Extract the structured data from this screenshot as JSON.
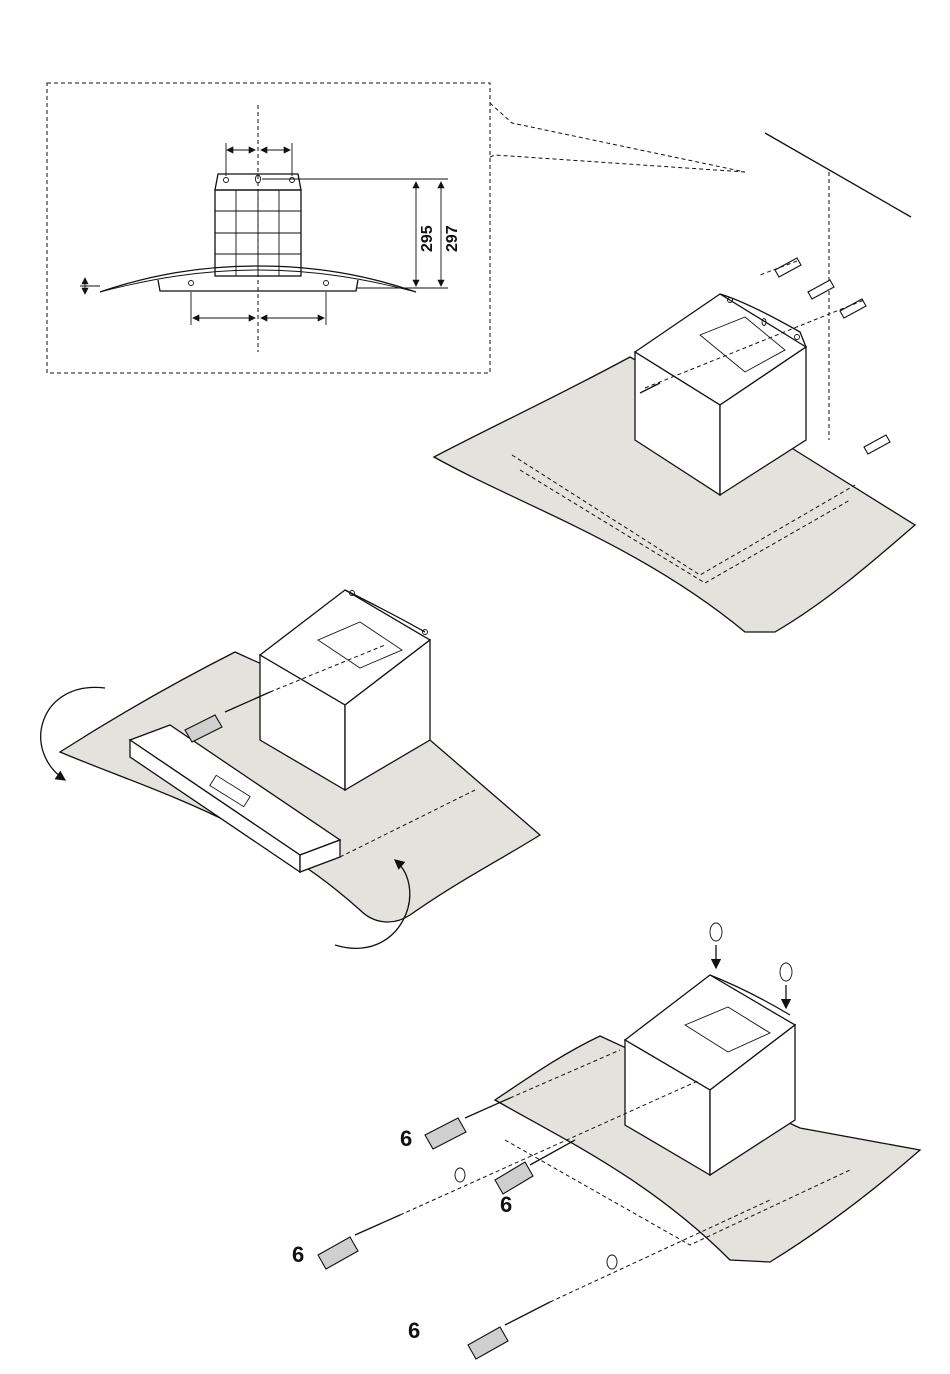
{
  "detail": {
    "dimension_295": "295",
    "dimension_297": "297"
  },
  "step_labels": [
    "6",
    "6",
    "6",
    "6"
  ]
}
